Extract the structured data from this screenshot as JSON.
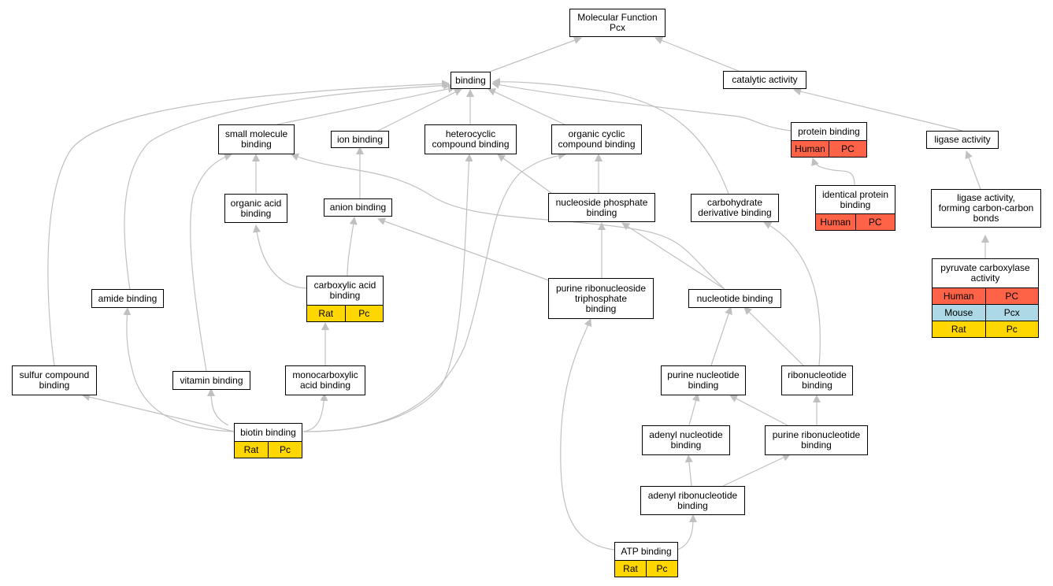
{
  "colors": {
    "edge": "#c0c0c0",
    "human": "#ff6347",
    "rat": "#ffd700",
    "mouse": "#add8e6"
  },
  "nodes": {
    "root": "Molecular Function\nPcx",
    "binding": "binding",
    "catalytic": "catalytic activity",
    "small_molecule": "small molecule\nbinding",
    "ion": "ion binding",
    "heterocyclic": "heterocyclic\ncompound binding",
    "organic_cyclic": "organic cyclic\ncompound binding",
    "protein": "protein binding",
    "ligase": "ligase activity",
    "organic_acid": "organic acid\nbinding",
    "anion": "anion binding",
    "nucleoside_phosphate": "nucleoside phosphate\nbinding",
    "carbohydrate": "carbohydrate\nderivative binding",
    "identical_protein": "identical protein\nbinding",
    "ligase_cc": "ligase activity,\nforming carbon-carbon\nbonds",
    "carboxylic": "carboxylic acid\nbinding",
    "purine_ribonucleoside_tp": "purine ribonucleoside\ntriphosphate\nbinding",
    "pyruvate": "pyruvate carboxylase\nactivity",
    "amide": "amide binding",
    "nucleotide": "nucleotide binding",
    "sulfur": "sulfur compound\nbinding",
    "vitamin": "vitamin binding",
    "monocarboxylic": "monocarboxylic\nacid binding",
    "purine_nucleotide": "purine nucleotide\nbinding",
    "ribonucleotide": "ribonucleotide\nbinding",
    "biotin": "biotin binding",
    "adenyl_nucleotide": "adenyl nucleotide\nbinding",
    "purine_ribonucleotide": "purine ribonucleotide\nbinding",
    "adenyl_ribonucleotide": "adenyl ribonucleotide\nbinding",
    "atp": "ATP binding"
  },
  "tags": {
    "protein": [
      [
        "Human",
        "PC"
      ]
    ],
    "identical_protein": [
      [
        "Human",
        "PC"
      ]
    ],
    "carboxylic": [
      [
        "Rat",
        "Pc"
      ]
    ],
    "biotin": [
      [
        "Rat",
        "Pc"
      ]
    ],
    "atp": [
      [
        "Rat",
        "Pc"
      ]
    ],
    "pyruvate": [
      [
        "Human",
        "PC"
      ],
      [
        "Mouse",
        "Pcx"
      ],
      [
        "Rat",
        "Pc"
      ]
    ]
  }
}
